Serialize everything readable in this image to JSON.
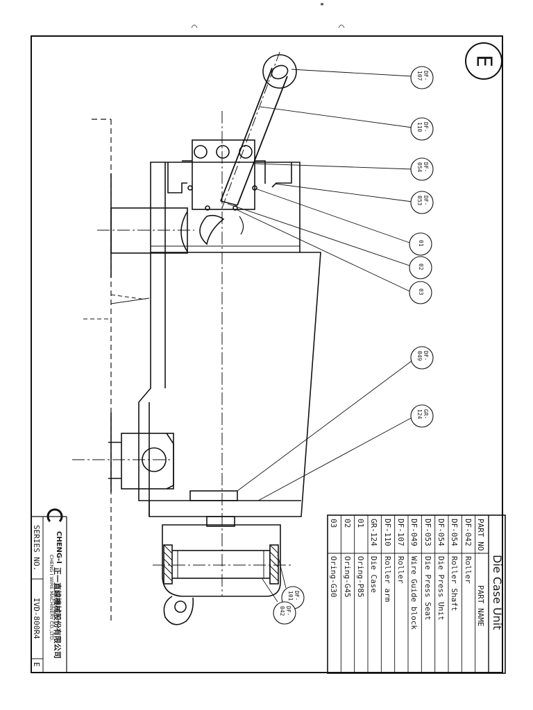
{
  "drawing": {
    "view_letter": "E",
    "title": "Die Case Unit",
    "series_label": "SERIES NO.",
    "series_no": "IVD-800R4",
    "series_suffix": "E",
    "company": {
      "logo_text": "CHENG-I",
      "chinese_name": "正一直線機械股份有限公司",
      "english_name": "CHENG I WIRE MACHINERY CO.,LTD."
    }
  },
  "parts_table": {
    "headers": {
      "part_no": "PART NO.",
      "part_name": "PART NAME"
    },
    "rows": [
      {
        "part_no": "DF-042",
        "part_name": "Roller"
      },
      {
        "part_no": "DF-054",
        "part_name": "Roller Shaft"
      },
      {
        "part_no": "DF-054",
        "part_name": "Die Press Unit"
      },
      {
        "part_no": "DF-053",
        "part_name": "Die Press Seat"
      },
      {
        "part_no": "DF-049",
        "part_name": "Wire Guide block"
      },
      {
        "part_no": "DF-107",
        "part_name": "Roller"
      },
      {
        "part_no": "DF-110",
        "part_name": "Roller arm"
      },
      {
        "part_no": "GR-124",
        "part_name": "Die Case"
      },
      {
        "part_no": "01",
        "part_name": "Oring-P85"
      },
      {
        "part_no": "02",
        "part_name": "Oring-G45"
      },
      {
        "part_no": "03",
        "part_name": "Oring-G30"
      }
    ]
  },
  "callouts": [
    {
      "l1": "DF-",
      "l2": "107"
    },
    {
      "l1": "DF-",
      "l2": "110"
    },
    {
      "l1": "DF-",
      "l2": "054"
    },
    {
      "l1": "DF-",
      "l2": "053"
    },
    {
      "l1": "01",
      "l2": ""
    },
    {
      "l1": "02",
      "l2": ""
    },
    {
      "l1": "03",
      "l2": ""
    },
    {
      "l1": "DF-",
      "l2": "049"
    },
    {
      "l1": "GR-",
      "l2": "124"
    },
    {
      "l1": "DF-",
      "l2": "101"
    },
    {
      "l1": "DF-",
      "l2": "042"
    }
  ]
}
